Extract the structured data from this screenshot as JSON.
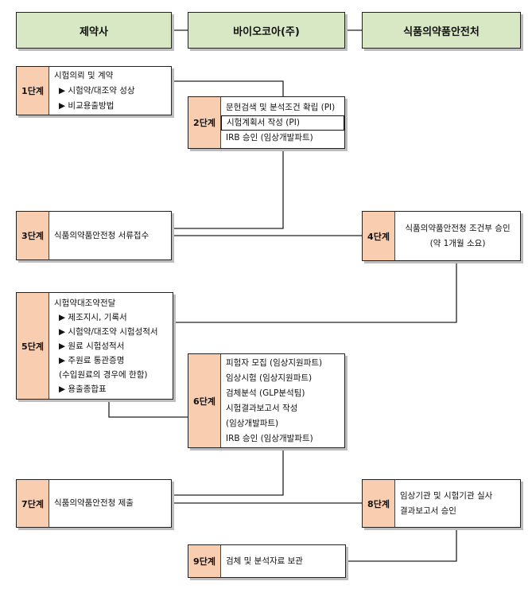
{
  "headers": [
    "제약사",
    "바이오코아(주)",
    "식품의약품안전처"
  ],
  "stages": [
    {
      "label": "1단계",
      "lines": [
        "시험의뢰 및 계약",
        "▶ 시험약/대조약 성상",
        "▶ 비교용출방법"
      ]
    },
    {
      "label": "2단계",
      "lines": [
        "문헌검색 및 분석조건 확립 (PI)",
        "시험계획서 작성 (PI)",
        "IRB 승인 (임상개발파트)"
      ]
    },
    {
      "label": "3단계",
      "lines": [
        "식품의약품안전청 서류접수"
      ]
    },
    {
      "label": "4단계",
      "lines": [
        "식품의약품안전청 조건부 승인",
        "(약 1개월 소요)"
      ]
    },
    {
      "label": "5단계",
      "lines": [
        "시험약대조약전달",
        "▶ 제조지시, 기록서",
        "▶ 시험약/대조약 시험성적서",
        "▶ 원료 시험성적서",
        "▶ 주원료 통관증명",
        "(수입원료의 경우에 한함)",
        "▶ 용출종합표"
      ]
    },
    {
      "label": "6단계",
      "lines": [
        "피험자 모집 (임상지원파트)",
        "임상시험 (임상지원파트)",
        "검체분석 (GLP분석팀)",
        "시험결과보고서 작성",
        "(임상개발파트)",
        "IRB 승인 (임상개발파트)"
      ]
    },
    {
      "label": "7단계",
      "lines": [
        "식품의약품안전청 제출"
      ]
    },
    {
      "label": "8단계",
      "lines": [
        "임상기관 및 시험기관 실사",
        "결과보고서 승인"
      ]
    },
    {
      "label": "9단계",
      "lines": [
        "검체 및 분석자료 보관"
      ]
    }
  ]
}
